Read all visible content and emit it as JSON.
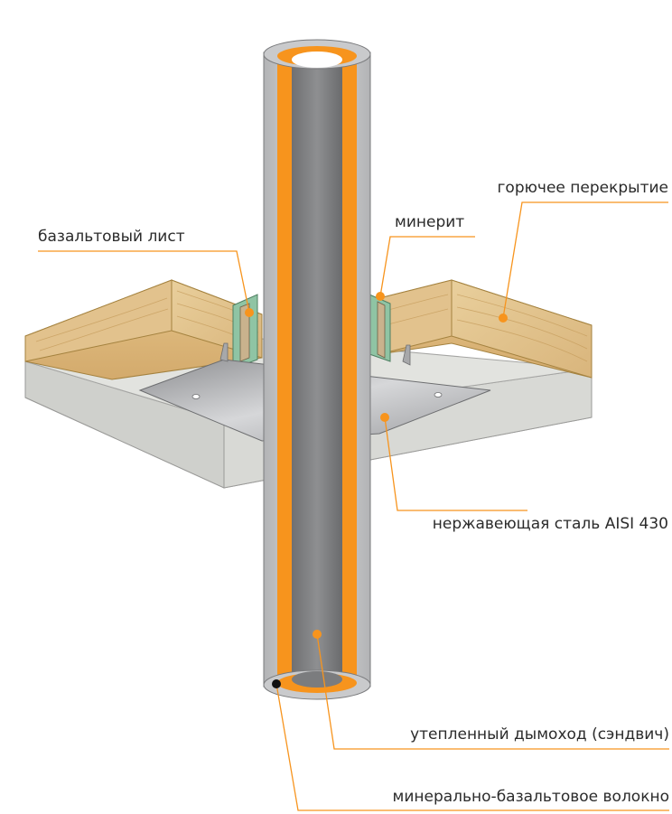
{
  "labels": {
    "combustible_floor": "горючее перекрытие",
    "basalt_sheet": "базальтовый лист",
    "minerite": "минерит",
    "stainless_steel": "нержавеющая сталь AISI 430",
    "insulated_chimney": "утепленный дымоход (сэндвич)",
    "mineral_basalt_fiber": "минерально-базальтовое волокно"
  },
  "colors": {
    "leader": "#f7941d",
    "insulation": "#f7941d",
    "wood": "#e8c98f",
    "wood_dark": "#c9a063",
    "concrete": "#dcdcd8",
    "steel": "#b8b9bb",
    "pipe_outer": "#c9cacc",
    "pipe_inner": "#7b7c7e",
    "minerite": "#8fc4a4"
  }
}
